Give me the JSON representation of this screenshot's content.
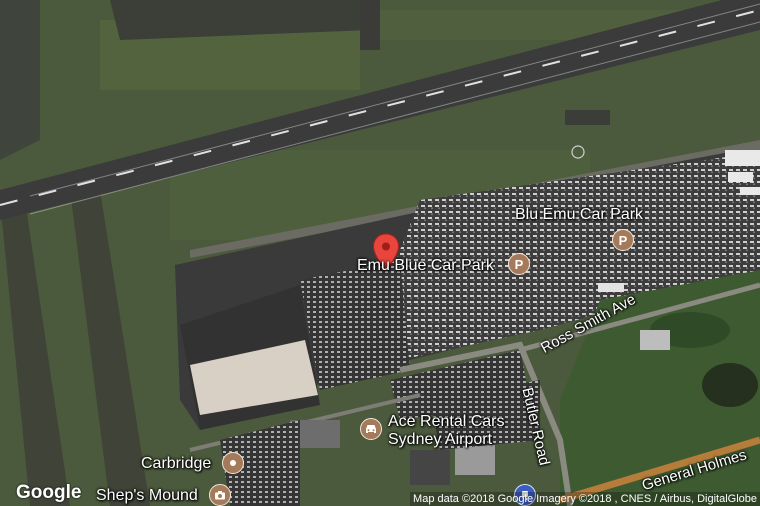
{
  "map": {
    "labels": {
      "emu_blue": "Emu Blue Car Park",
      "blu_emu": "Blu Emu Car Park",
      "ross_smith": "Ross Smith Ave",
      "butler": "Butler Road",
      "ace_line1": "Ace Rental Cars",
      "ace_line2": "Sydney Airport",
      "carbridge": "Carbridge",
      "sheps": "Shep's Mound",
      "general_holmes": "General Holmes"
    },
    "poi_icons": {
      "parking": "P",
      "car_rental": "car-rental-icon",
      "place": "place-icon",
      "camera": "camera-icon",
      "transit": "transit-icon"
    },
    "marker": "map-pin-icon",
    "colors": {
      "poi": "#a57a5a",
      "marker": "#e8453c",
      "grass": "#4b5a3c",
      "tarmac": "#3a3a3a"
    }
  },
  "branding": {
    "logo": "Google"
  },
  "attribution": "Map data ©2018 Google   Imagery ©2018 , CNES / Airbus, DigitalGlobe"
}
